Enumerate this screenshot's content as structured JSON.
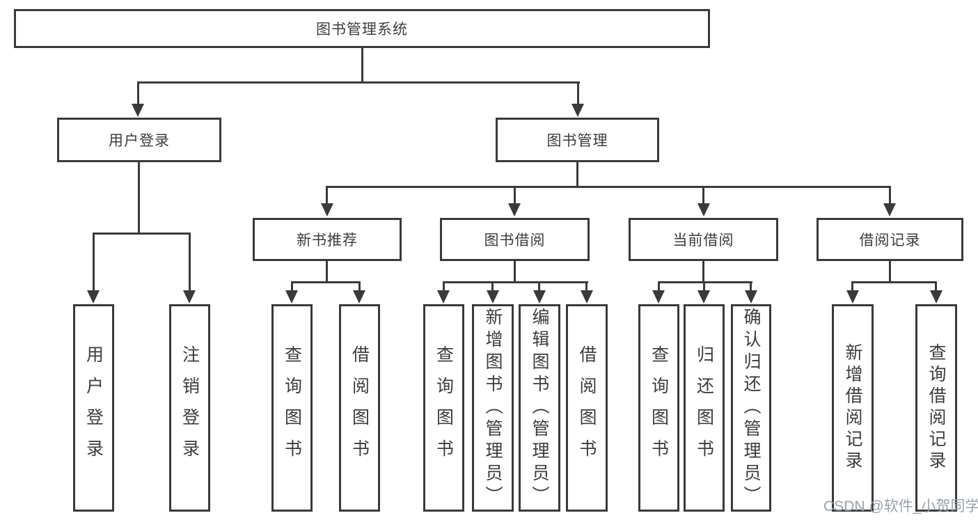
{
  "tree": {
    "root": "图书管理系统",
    "children": [
      {
        "label": "用户登录",
        "children": [
          {
            "label": "用户登录"
          },
          {
            "label": "注销登录"
          }
        ]
      },
      {
        "label": "图书管理",
        "children": [
          {
            "label": "新书推荐",
            "children": [
              {
                "label": "查询图书"
              },
              {
                "label": "借阅图书"
              }
            ]
          },
          {
            "label": "图书借阅",
            "children": [
              {
                "label": "查询图书"
              },
              {
                "label": "新增图书（管理员）"
              },
              {
                "label": "编辑图书（管理员）"
              },
              {
                "label": "借阅图书"
              }
            ]
          },
          {
            "label": "当前借阅",
            "children": [
              {
                "label": "查询图书"
              },
              {
                "label": "归还图书"
              },
              {
                "label": "确认归还（管理员）"
              }
            ]
          },
          {
            "label": "借阅记录",
            "children": [
              {
                "label": "新增借阅记录"
              },
              {
                "label": "查询借阅记录"
              }
            ]
          }
        ]
      }
    ]
  },
  "watermark": "CSDN @软件_小贺同学",
  "colors": {
    "line": "#3a3a3a",
    "text": "#3c3c3c",
    "watermark": "#9aa1a9",
    "background": "#ffffff"
  }
}
